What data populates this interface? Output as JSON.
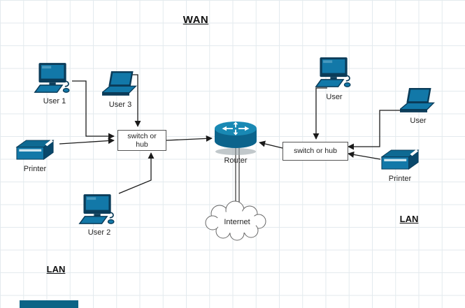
{
  "title": "WAN",
  "left": {
    "user1": "User 1",
    "user3": "User 3",
    "user2": "User 2",
    "printer": "Printer",
    "switch_line1": "switch or",
    "switch_line2": "hub",
    "lan": "LAN"
  },
  "center": {
    "router": "Router",
    "internet": "Internet"
  },
  "right": {
    "user_top": "User",
    "user_side": "User",
    "printer": "Printer",
    "switch": "switch or hub",
    "lan": "LAN"
  },
  "colors": {
    "icon_fill": "#1278a8",
    "icon_outline": "#0b3c59",
    "router_fill": "#1989b4",
    "accent_bar": "#0c6486",
    "grid_line": "#e3eaee"
  }
}
